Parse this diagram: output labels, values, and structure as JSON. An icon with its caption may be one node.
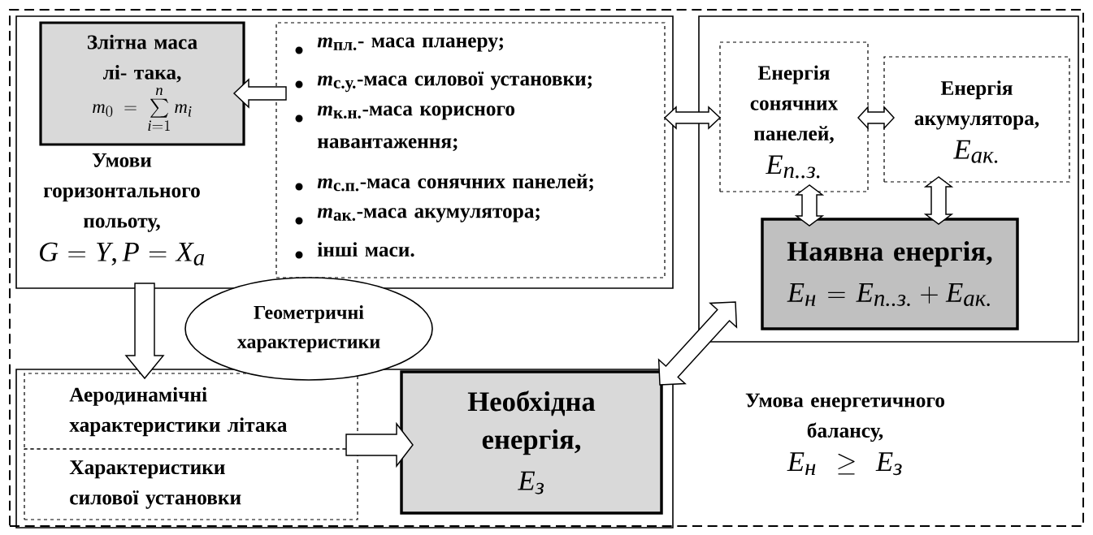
{
  "diagram": {
    "nodes": [
      {
        "text": [
          "Умова енергетичного балансу,",
          "E_{\\textit{н}}\\ge E_{\\textit{з}}"
        ]
      },
      {
        "text": [
          "Умови горизонтального польоту,",
          "G=Y,P=X_a"
        ],
        "in": 0
      },
      {
        "text": [
          "Злітна маса лі- така,",
          "m_0=\\sum\\limits_{i=1}^{n}m_i"
        ],
        "in": 1
      },
      {
        "text": [
          "*m*$_{пл.}$- маса планеру;",
          "*m*$_{с.у.}$-маса силової установки;",
          "*m*$_{к.н.}$-маса корисного навантаження;",
          "*m*$_{с.п.}$-маса сонячних панелей;",
          "*m*$_{ак.}$-маса акумулятора;",
          "інші маси."
        ],
        "in": 1
      },
      {
        "text": [],
        "shape": "box",
        "in": 0
      },
      {
        "text": [
          "Енергія сонячних панелей,",
          "E_{\\textit{п..з.}}"
        ],
        "in": 4
      },
      {
        "text": [
          "Енергія акумулятора,",
          "E_{\\textit{ак.}}"
        ],
        "in": 4
      },
      {
        "text": [
          "Наявна енергія,",
          "E_{\\textit{н}}=E_{\\textit{п..з.}}+E_{\\textit{ак.}}"
        ],
        "in": 4
      },
      {
        "text": [
          "Геометричні характеристики"
        ],
        "in": 0
      },
      {
        "text": [],
        "shape": "box",
        "in": 0
      },
      {
        "text": [
          "Аеродинамічні характеристики літака"
        ],
        "in": 9
      },
      {
        "text": [
          "Характеристики силової установки"
        ],
        "in": 9
      },
      {
        "text": [
          "Необхідна енергія,",
          "E_{\\textit{з}}"
        ],
        "in": 9
      }
    ],
    "edges": [
      {
        "from": 3,
        "to": 2,
        "arrow": "to"
      },
      {
        "from": 3,
        "to": 5,
        "arrow": "both"
      },
      {
        "from": 5,
        "to": 6,
        "arrow": "both"
      },
      {
        "from": 5,
        "to": 7,
        "arrow": "both"
      },
      {
        "from": 6,
        "to": 7,
        "arrow": "both"
      },
      {
        "from": 1,
        "to": 10,
        "arrow": "to"
      },
      {
        "from": 10,
        "to": 12,
        "arrow": "to"
      },
      {
        "from": 11,
        "to": 12,
        "arrow": "to"
      },
      {
        "from": 12,
        "to": 4,
        "arrow": "both"
      }
    ]
  }
}
